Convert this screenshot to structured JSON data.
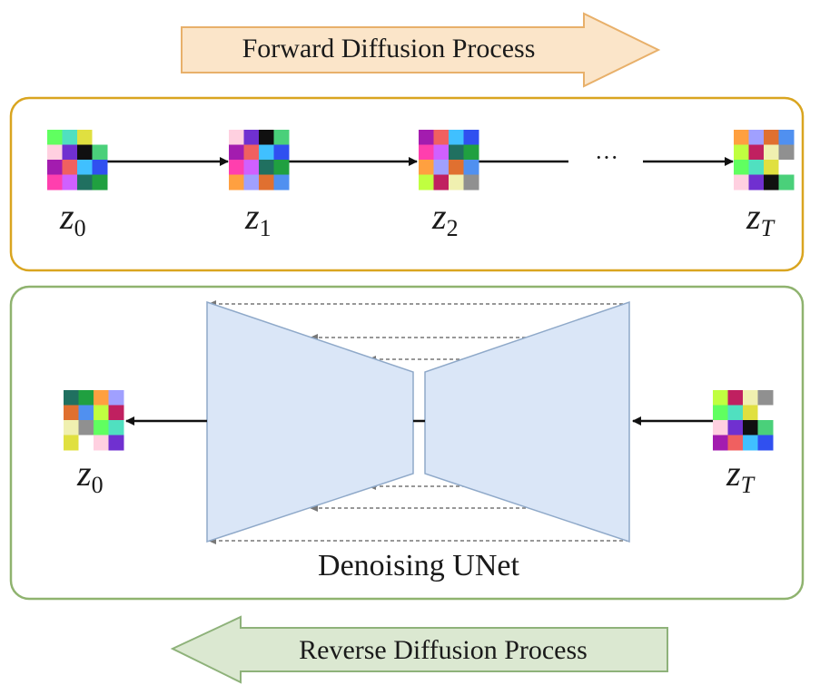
{
  "forward_label": "Forward Diffusion Process",
  "reverse_label": "Reverse Diffusion Process",
  "unet_label": "Denoising UNet",
  "ellipsis": "···",
  "forward_nodes": [
    {
      "var": "z",
      "sub": "0"
    },
    {
      "var": "z",
      "sub": "1"
    },
    {
      "var": "z",
      "sub": "2"
    },
    {
      "var": "z",
      "sub": "T"
    }
  ],
  "reverse_input": {
    "var": "z",
    "sub": "T"
  },
  "reverse_output": {
    "var": "z",
    "sub": "0"
  },
  "colors": {
    "forward_arrow_fill": "#fbe5c9",
    "forward_arrow_stroke": "#e8b06a",
    "reverse_arrow_fill": "#dbe8d1",
    "reverse_arrow_stroke": "#8eb27a",
    "forward_box_stroke": "#d9a520",
    "reverse_box_stroke": "#8fb36f",
    "unet_fill": "#dae6f7",
    "unet_stroke": "#8fa9c9"
  },
  "noise_palette": [
    "#4ad07a",
    "#a31caf",
    "#c02060",
    "#f0f0b0",
    "#3050f0",
    "#ff3fae",
    "#50e0c0",
    "#e0e040",
    "#20a040",
    "#ffa040",
    "#7030d0",
    "#101010",
    "#5090f0",
    "#c0ff40",
    "#f06060",
    "#40c0ff",
    "#909090",
    "#60ff60",
    "#d060ff",
    "#207060",
    "#ffffff",
    "#ffd0e0",
    "#a0a0ff",
    "#e07030"
  ]
}
